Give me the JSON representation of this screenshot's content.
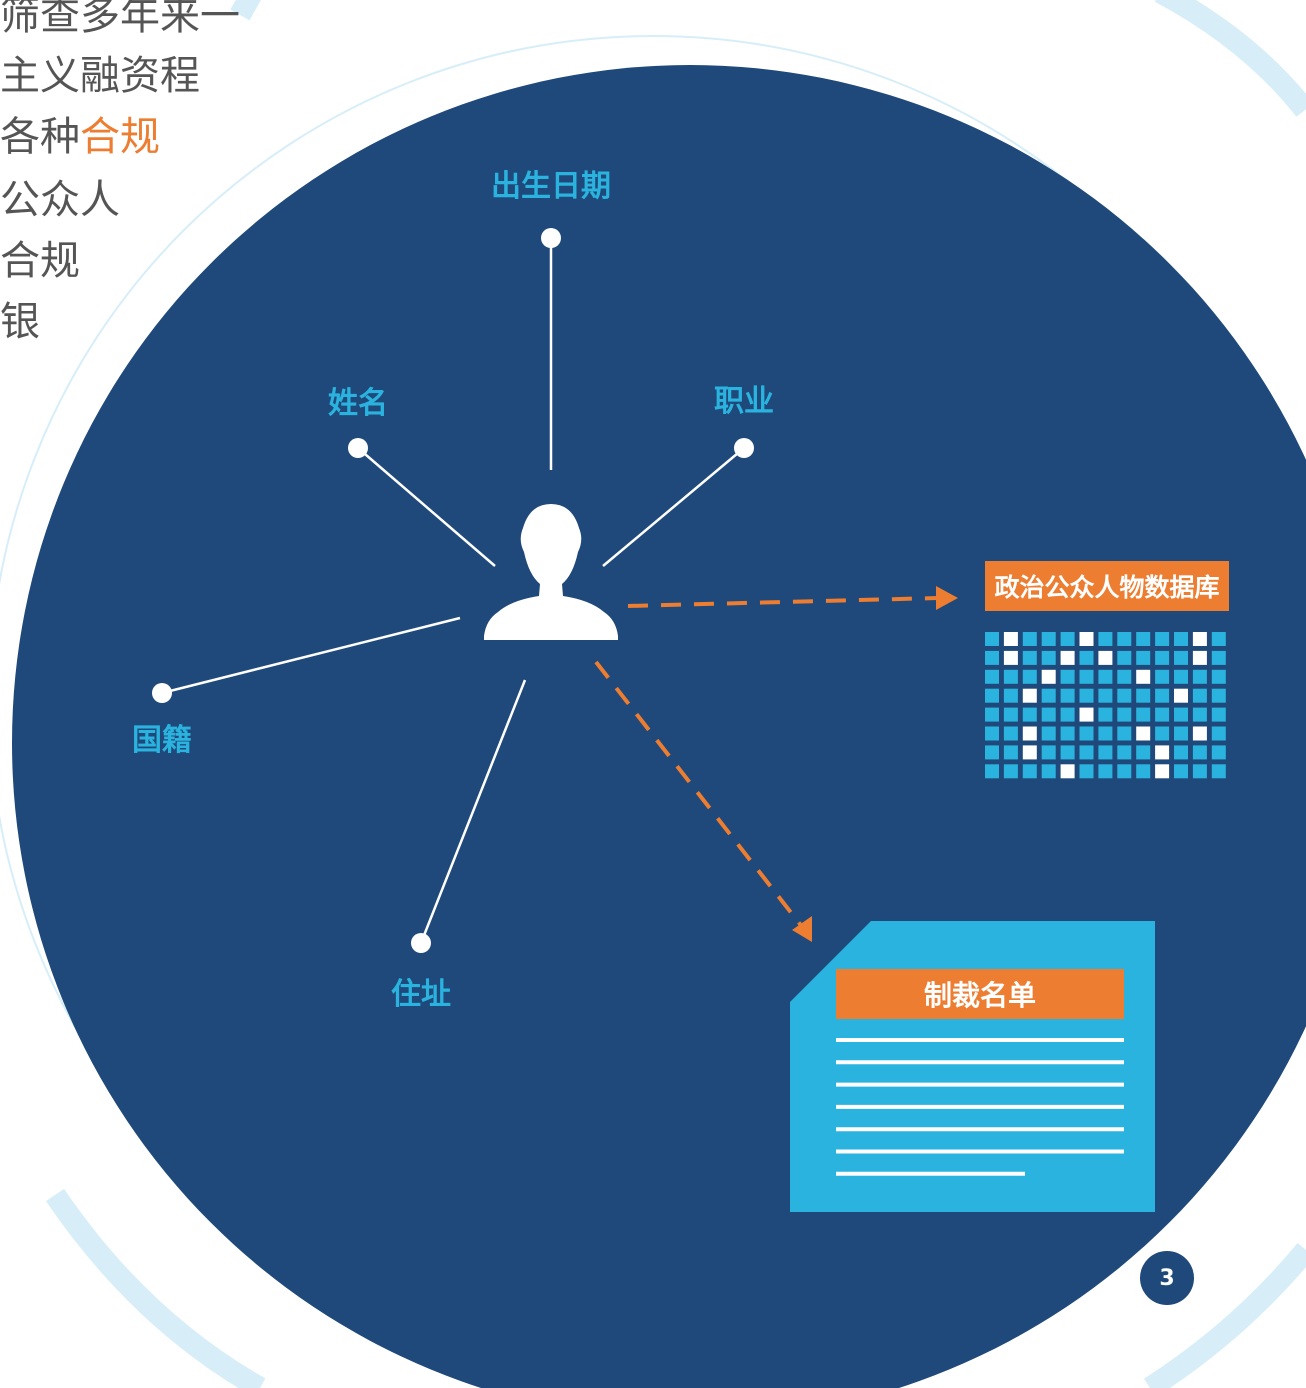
{
  "left_text": [
    {
      "text": "筛查多年来一",
      "accent": ""
    },
    {
      "text": "主义融资程",
      "accent": ""
    },
    {
      "text": "各种",
      "accent": "合规"
    },
    {
      "text": "公众人",
      "accent": ""
    },
    {
      "text": "合规",
      "accent": ""
    },
    {
      "text": "银",
      "accent": ""
    }
  ],
  "attributes": {
    "birth_date": "出生日期",
    "name": "姓名",
    "occupation": "职业",
    "nationality": "国籍",
    "address": "住址"
  },
  "pep_database": {
    "title": "政治公众人物数据库",
    "grid_columns": 13,
    "grid_rows": 8,
    "white_cells": [
      [
        1,
        0
      ],
      [
        5,
        0
      ],
      [
        11,
        0
      ],
      [
        1,
        1
      ],
      [
        4,
        1
      ],
      [
        6,
        1
      ],
      [
        11,
        1
      ],
      [
        3,
        2
      ],
      [
        8,
        2
      ],
      [
        2,
        3
      ],
      [
        10,
        3
      ],
      [
        5,
        4
      ],
      [
        2,
        5
      ],
      [
        8,
        5
      ],
      [
        11,
        5
      ],
      [
        2,
        6
      ],
      [
        9,
        6
      ],
      [
        4,
        7
      ],
      [
        9,
        7
      ]
    ]
  },
  "sanctions_list": {
    "title": "制裁名单",
    "text_lines": 7
  },
  "page_number": "3",
  "colors": {
    "circle": "#1F497A",
    "label": "#2BB3DF",
    "accent": "#ED7D31",
    "grid_cell": "#2BB3DF",
    "document": "#2BB3DF",
    "ring": "#D7EEF9"
  }
}
